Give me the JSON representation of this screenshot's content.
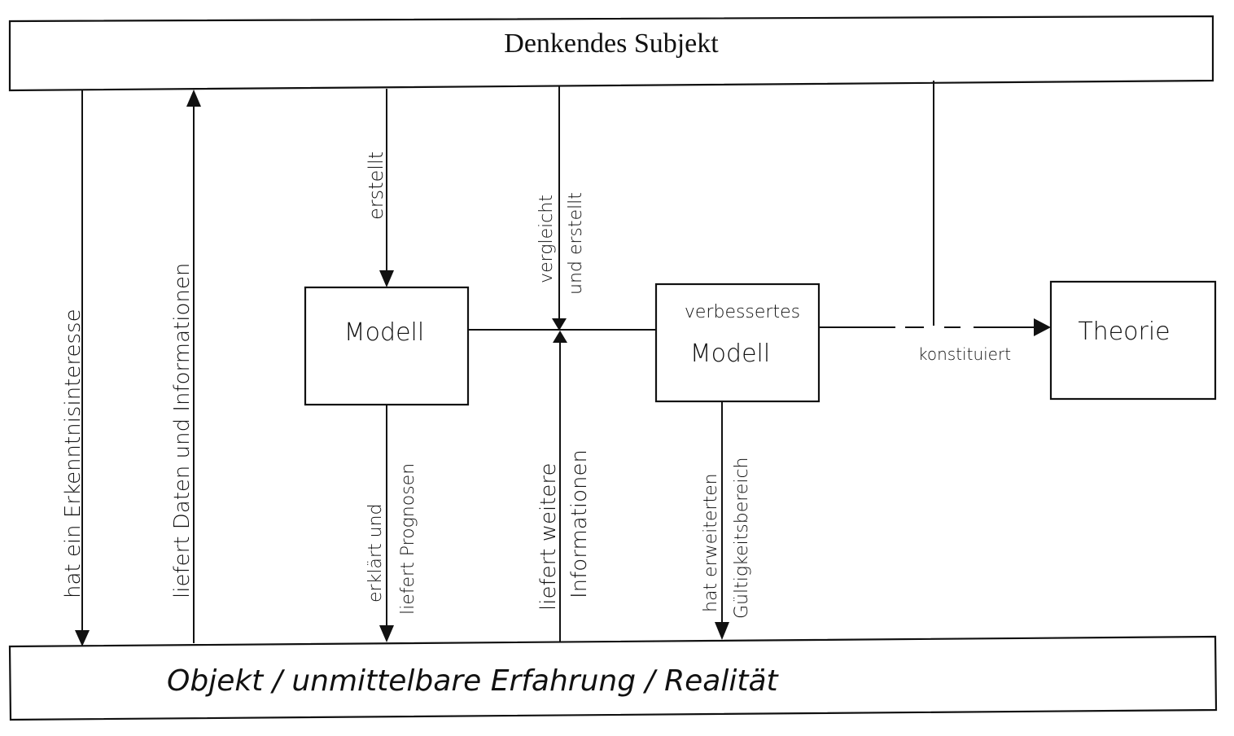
{
  "diagram": {
    "nodes": {
      "subject": {
        "label": "Denkendes Subjekt"
      },
      "object": {
        "label": "Objekt / unmittelbare Erfahrung / Realität"
      },
      "model": {
        "label": "Modell"
      },
      "improved_model": {
        "label_line1": "verbessertes",
        "label_line2": "Modell"
      },
      "theory": {
        "label": "Theorie"
      }
    },
    "edges": {
      "interest": {
        "label": "hat ein Erkenntnisinteresse",
        "from": "subject",
        "to": "object"
      },
      "data": {
        "label": "liefert Daten und Informationen",
        "from": "object",
        "to": "subject"
      },
      "creates": {
        "label": "erstellt",
        "from": "subject",
        "to": "model"
      },
      "compares_line1": {
        "label": "vergleicht"
      },
      "compares_line2": {
        "label": "und erstellt"
      },
      "explains_line1": {
        "label": "erklärt und"
      },
      "explains_line2": {
        "label": "liefert Prognosen"
      },
      "more_info_line1": {
        "label": "liefert weitere"
      },
      "more_info_line2": {
        "label": "Informationen"
      },
      "validity_line1": {
        "label": "hat erweiterten"
      },
      "validity_line2": {
        "label": "Gültigkeitsbereich"
      },
      "constitutes": {
        "label": "konstituiert",
        "from": "improved_model",
        "to": "theory"
      }
    }
  }
}
